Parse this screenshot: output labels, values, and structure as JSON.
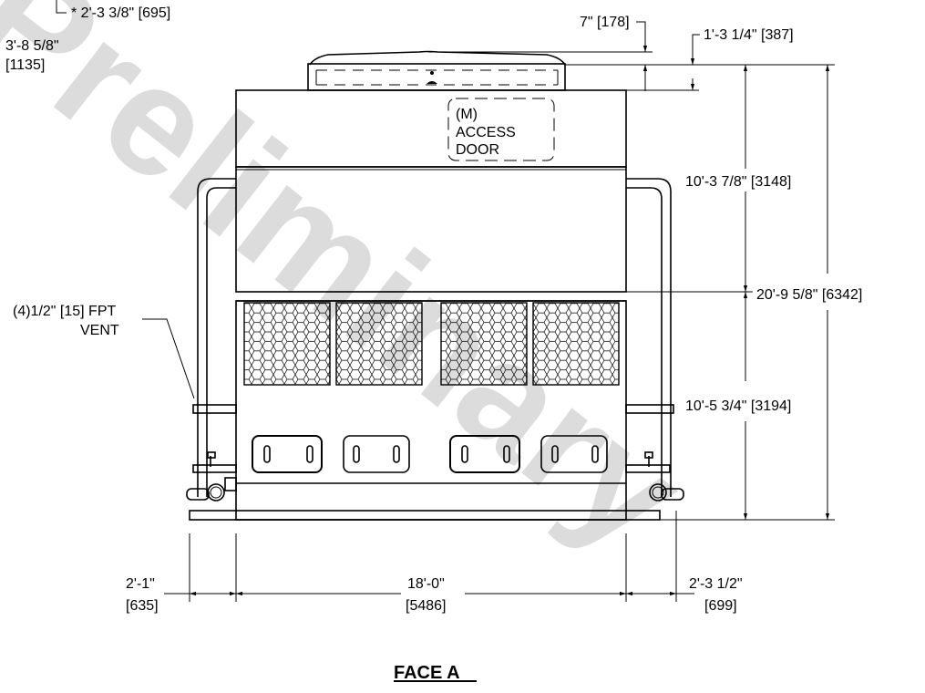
{
  "drawing": {
    "title": "FACE A",
    "watermark": "Preliminary",
    "access_door": {
      "line1": "(M)",
      "line2": "ACCESS",
      "line3": "DOOR"
    },
    "vent_note": {
      "line1": "(4)1/2\" [15] FPT",
      "line2": "VENT"
    },
    "dimensions": {
      "top_left_star": "* 2'-3 3/8\" [695]",
      "top_left_height": "3'-8 5/8\"",
      "top_left_height_mm": "[1135]",
      "top_7in": "7\" [178]",
      "top_1ft3": "1'-3 1/4\" [387]",
      "upper_section": "10'-3 7/8\" [3148]",
      "overall_height": "20'-9 5/8\" [6342]",
      "lower_section": "10'-5 3/4\" [3194]",
      "left_offset": "2'-1\"",
      "left_offset_mm": "[635]",
      "width": "18'-0\"",
      "width_mm": "[5486]",
      "right_offset": "2'-3 1/2\"",
      "right_offset_mm": "[699]"
    }
  }
}
